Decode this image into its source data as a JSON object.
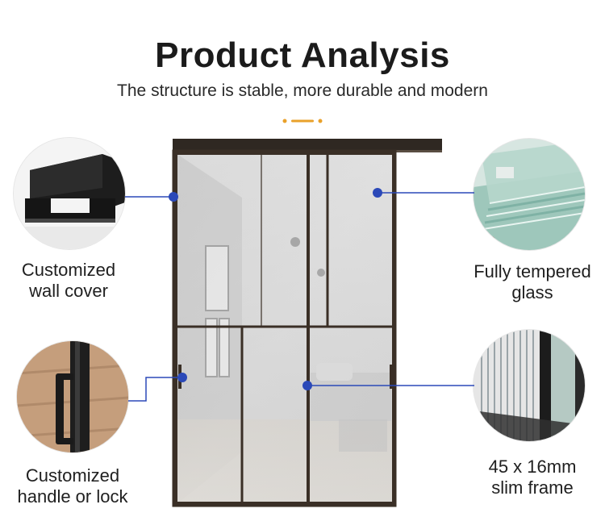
{
  "header": {
    "title": "Product Analysis",
    "subtitle": "The structure is stable, more durable and modern"
  },
  "features": [
    {
      "id": "wall-cover",
      "line1": "Customized",
      "line2": "wall cover",
      "icon": "aluminum-profile-icon"
    },
    {
      "id": "handle",
      "line1": "Customized",
      "line2": "handle or lock",
      "icon": "door-handle-icon"
    },
    {
      "id": "glass",
      "line1": "Fully tempered",
      "line2": "glass",
      "icon": "glass-stack-icon"
    },
    {
      "id": "frame",
      "line1": "45 x 16mm",
      "line2": "slim frame",
      "icon": "slim-frame-icon"
    }
  ],
  "colors": {
    "accent": "#e9a12a",
    "pointer": "#2b49b8",
    "frame": "#3a2f26",
    "title": "#1b1b1b"
  }
}
